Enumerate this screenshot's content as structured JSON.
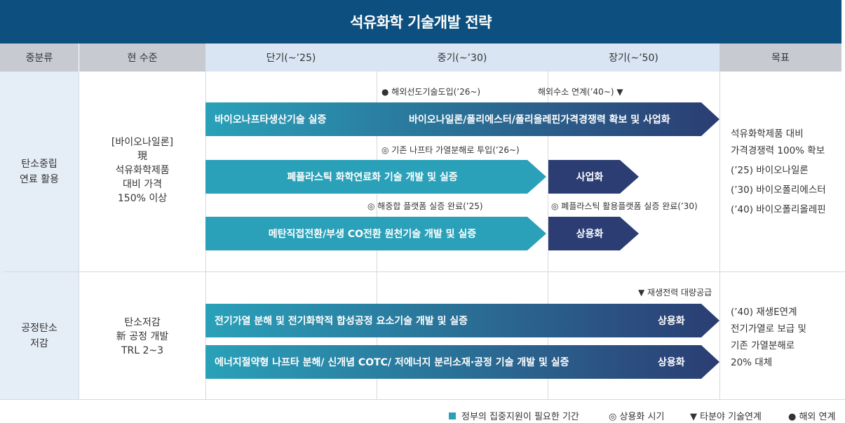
{
  "title": "석유화학 기술개발 전략",
  "headers": {
    "category": "중분류",
    "current": "현 수준",
    "short": "단기(~’25)",
    "mid": "중기(~’30)",
    "long": "장기(~’50)",
    "goal": "목표"
  },
  "rows": [
    {
      "category": [
        "탄소중립",
        "연료 활용"
      ],
      "current": [
        "[바이오나일론]",
        "現",
        "석유화학제품",
        "대비 가격",
        "150% 이상"
      ],
      "goal": [
        "석유화학제품 대비",
        "가격경쟁력 100% 확보",
        "(’25) 바이오나일론",
        "(’30) 바이오폴리에스터",
        "(’40) 바이오폴리올레핀"
      ]
    },
    {
      "category": [
        "공정탄소",
        "저감"
      ],
      "current": [
        "탄소저감",
        "新 공정 개발",
        "TRL 2~3"
      ],
      "goal": [
        "(’40) 재생E연계",
        "전기가열로 보급 및",
        "기존 가열분해로",
        "20% 대체"
      ]
    }
  ],
  "notes": {
    "n1": "● 해외선도기술도입(’26~)",
    "n2": "해외수소 연계(’40~) ▼",
    "n3": "◎ 기존 나프타 가열분해로 투입(’26~)",
    "n4": "◎ 해중합 플랫폼 실증 완료(’25)",
    "n5": "◎ 폐플라스틱 활용플랫폼 실증 완료(’30)",
    "n6": "▼ 재생전력 대량공급"
  },
  "arrows": {
    "a1_left": "바이오나프타생산기술 실증",
    "a1_right": "바이오나일론/폴리에스터/폴리올레핀가격경쟁력 확보 및 사업화",
    "a2": "폐플라스틱 화학연료화 기술 개발 및 실증",
    "a2_next": "사업화",
    "a3": "메탄직접전환/부생 CO전환 원천기술 개발 및 실증",
    "a3_next": "상용화",
    "a4": "전기가열 분해 및 전기화학적 합성공정 요소기술 개발 및 실증",
    "a4_end": "상용화",
    "a5": "에너지절약형 나프타 분해/ 신개념 COTC/ 저에너지 분리소재·공정 기술 개발 및 실증",
    "a5_end": "상용화"
  },
  "legend": {
    "l1": "정부의 집중지원이 필요한 기간",
    "l2": "◎ 상용화 시기",
    "l3": "▼ 타분야 기술연계",
    "l4": "● 해외 연계"
  },
  "colors": {
    "title_bg": "#0d4f7e",
    "teal": "#2aa1b9",
    "navy": "#2b3d73",
    "header_gray": "#c7cbd1",
    "header_blue": "#d9e5f3"
  }
}
